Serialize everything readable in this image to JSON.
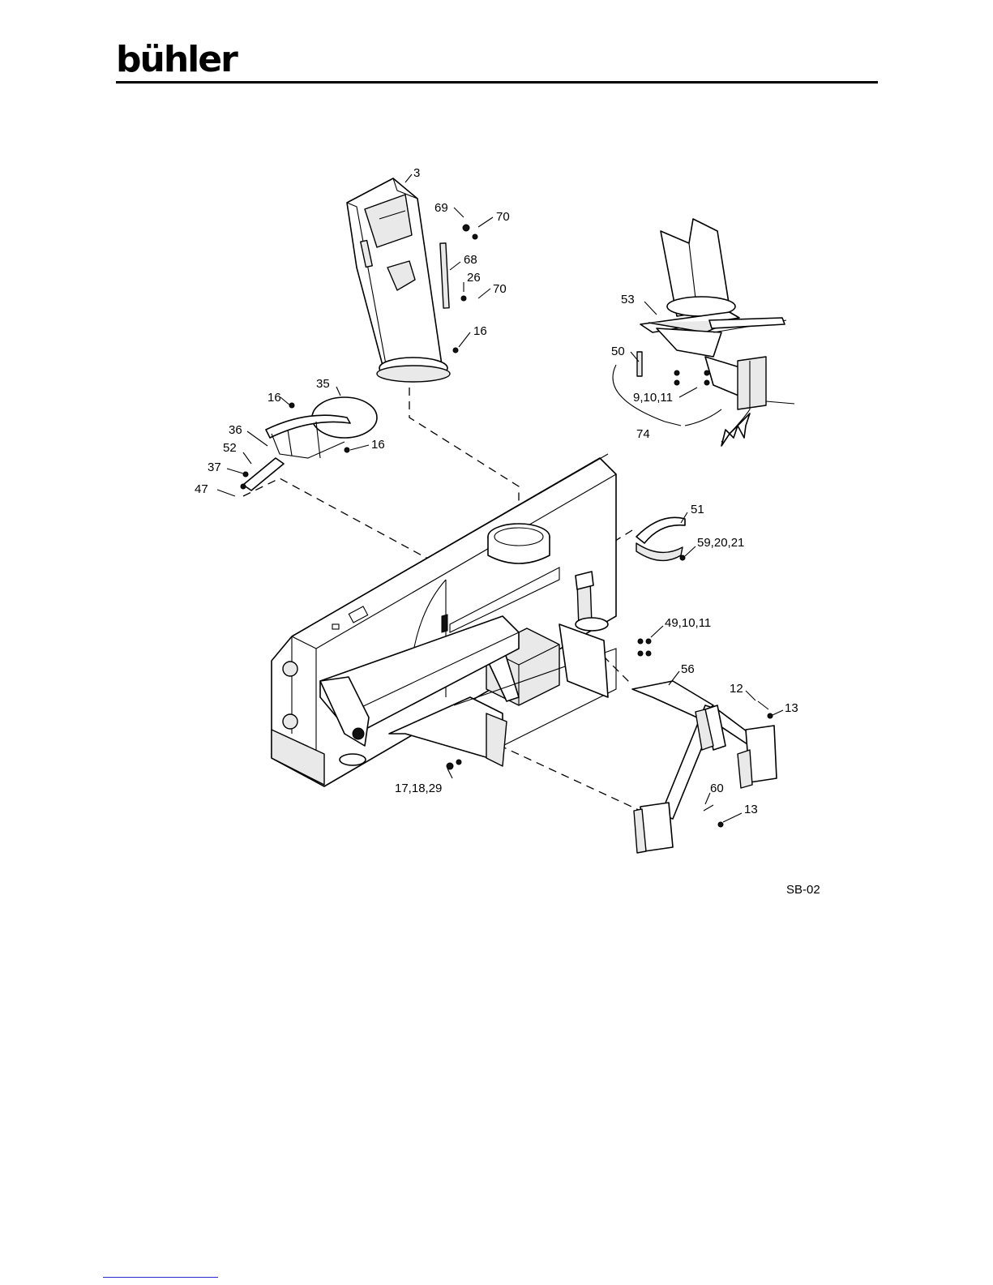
{
  "header": {
    "brand_logo": "bühler"
  },
  "diagram": {
    "code": "SB-02",
    "callouts": [
      {
        "id": "c3",
        "text": "3"
      },
      {
        "id": "c69",
        "text": "69"
      },
      {
        "id": "c70a",
        "text": "70"
      },
      {
        "id": "c68",
        "text": "68"
      },
      {
        "id": "c26",
        "text": "26"
      },
      {
        "id": "c70b",
        "text": "70"
      },
      {
        "id": "c16a",
        "text": "16"
      },
      {
        "id": "c35",
        "text": "35"
      },
      {
        "id": "c16b",
        "text": "16"
      },
      {
        "id": "c36",
        "text": "36"
      },
      {
        "id": "c16c",
        "text": "16"
      },
      {
        "id": "c52",
        "text": "52"
      },
      {
        "id": "c37",
        "text": "37"
      },
      {
        "id": "c47",
        "text": "47"
      },
      {
        "id": "c53",
        "text": "53"
      },
      {
        "id": "c50",
        "text": "50"
      },
      {
        "id": "c9",
        "text": "9,10,11"
      },
      {
        "id": "c74",
        "text": "74"
      },
      {
        "id": "c51",
        "text": "51"
      },
      {
        "id": "c59",
        "text": "59,20,21"
      },
      {
        "id": "c49",
        "text": "49,10,11"
      },
      {
        "id": "c56",
        "text": "56"
      },
      {
        "id": "c12",
        "text": "12"
      },
      {
        "id": "c13a",
        "text": "13"
      },
      {
        "id": "c60",
        "text": "60"
      },
      {
        "id": "c13b",
        "text": "13"
      },
      {
        "id": "c17",
        "text": "17,18,29"
      }
    ]
  }
}
